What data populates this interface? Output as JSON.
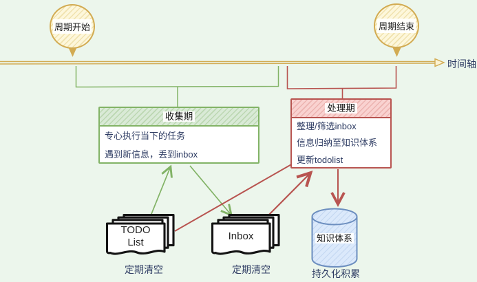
{
  "diagram": {
    "timeline": {
      "label": "时间轴"
    },
    "nodes": {
      "cycle_start": {
        "label": "周期开始"
      },
      "cycle_end": {
        "label": "周期结束"
      },
      "collection": {
        "title": "收集期",
        "rows": [
          "专心执行当下的任务",
          "遇到新信息，丢到inbox"
        ]
      },
      "processing": {
        "title": "处理期",
        "rows": [
          "整理/筛选inbox",
          "信息归纳至知识体系",
          "更新todolist"
        ]
      },
      "todo": {
        "line1": "TODO",
        "line2": "List",
        "caption": "定期清空"
      },
      "inbox": {
        "label": "Inbox",
        "caption": "定期清空"
      },
      "knowledge": {
        "label": "知识体系",
        "caption": "持久化积累"
      }
    },
    "edges": [
      {
        "from": "cycle_start",
        "to": "timeline",
        "color": "#d6b656"
      },
      {
        "from": "cycle_end",
        "to": "timeline",
        "color": "#d6b656"
      },
      {
        "from": "timeline",
        "to": "collection",
        "color": "#82b366"
      },
      {
        "from": "timeline",
        "to": "processing",
        "color": "#b85450"
      },
      {
        "from": "todo",
        "to": "collection",
        "color": "#82b366"
      },
      {
        "from": "collection",
        "to": "inbox",
        "color": "#82b366"
      },
      {
        "from": "processing",
        "to": "todo",
        "color": "#b85450"
      },
      {
        "from": "inbox",
        "to": "processing",
        "color": "#b85450"
      },
      {
        "from": "processing",
        "to": "knowledge",
        "color": "#b85450"
      }
    ],
    "colors": {
      "background": "#ecf6ec",
      "yellow_stroke": "#d6b656",
      "yellow_fill": "#fdf7db",
      "green_stroke": "#82b366",
      "green_fill": "#d5e8d4",
      "red_stroke": "#b85450",
      "red_fill": "#f8cecc",
      "blue_stroke": "#6c8ebf",
      "blue_fill": "#dae8fc",
      "text": "#2e3c63"
    }
  }
}
